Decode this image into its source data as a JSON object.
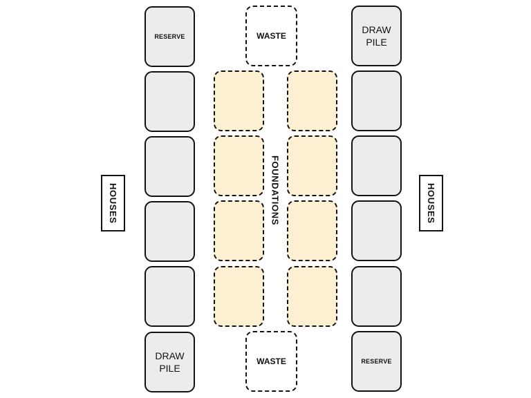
{
  "labels": {
    "reserve_left": "RESERVE",
    "draw_pile_right": "DRAW\nPILE",
    "waste_top": "WASTE",
    "waste_bottom": "WASTE",
    "draw_pile_left": "DRAW\nPILE",
    "reserve_right": "RESERVE",
    "foundations": "FOUNDATIONS",
    "houses_left": "HOUSES",
    "houses_right": "HOUSES"
  }
}
